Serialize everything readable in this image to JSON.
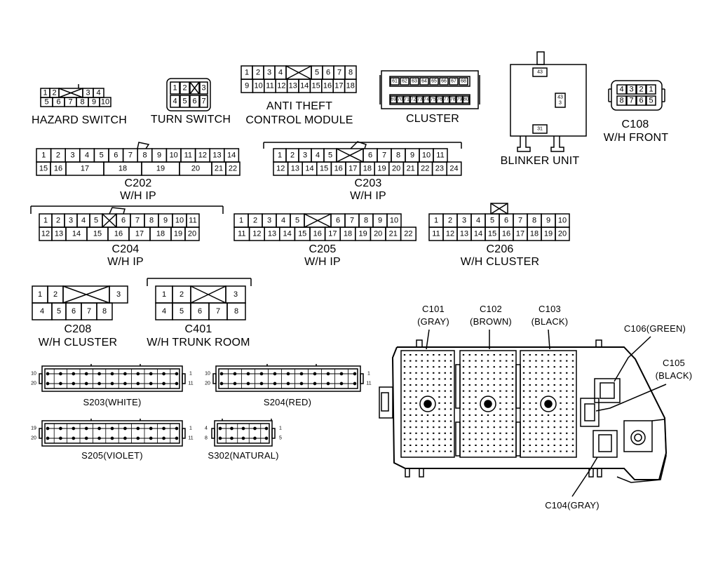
{
  "connectors": {
    "hazard": {
      "top": [
        "1",
        "2",
        "",
        "3",
        "4"
      ],
      "bottom": [
        "5",
        "6",
        "7",
        "8",
        "9",
        "10"
      ],
      "label": "HAZARD SWITCH"
    },
    "turn": {
      "left": [
        "1",
        "4"
      ],
      "mid": [
        "2",
        "5"
      ],
      "cross_low": "6",
      "right": [
        "3",
        "7"
      ],
      "label": "TURN SWITCH"
    },
    "antitheft": {
      "top": [
        "1",
        "2",
        "3",
        "4",
        "",
        "5",
        "6",
        "7",
        "8"
      ],
      "bottom": [
        "9",
        "10",
        "11",
        "12",
        "13",
        "14",
        "15",
        "16",
        "17",
        "18"
      ],
      "label1": "ANTI THEFT",
      "label2": "CONTROL MODULE"
    },
    "cluster": {
      "top": [
        "61",
        "62",
        "63",
        "64",
        "65",
        "66",
        "67",
        "68"
      ],
      "bottom": [
        "69",
        "70",
        "71",
        "72",
        "73",
        "74",
        "75",
        "76",
        "77",
        "78",
        "79",
        "80"
      ],
      "label": "CLUSTER"
    },
    "blinker": {
      "pin_top": "43",
      "pin_mid": "43\n3",
      "pin_bot": "31",
      "label": "BLINKER UNIT"
    },
    "c108": {
      "top": [
        "4",
        "3",
        "2",
        "1"
      ],
      "bottom": [
        "8",
        "7",
        "6",
        "5"
      ],
      "label1": "C108",
      "label2": "W/H FRONT"
    },
    "c202": {
      "top": [
        "1",
        "2",
        "3",
        "4",
        "5",
        "6",
        "7",
        "8",
        "9",
        "10",
        "11",
        "12",
        "13",
        "14"
      ],
      "bottom": [
        "15",
        "16",
        "17",
        "18",
        "19",
        "20",
        "21",
        "22"
      ],
      "label1": "C202",
      "label2": "W/H IP"
    },
    "c203": {
      "top": [
        "1",
        "2",
        "3",
        "4",
        "5",
        "",
        "6",
        "7",
        "8",
        "9",
        "10",
        "11"
      ],
      "bottom": [
        "12",
        "13",
        "14",
        "15",
        "16",
        "17",
        "18",
        "19",
        "20",
        "21",
        "22",
        "23",
        "24"
      ],
      "label1": "C203",
      "label2": "W/H IP"
    },
    "c204": {
      "top": [
        "1",
        "2",
        "3",
        "4",
        "5",
        "",
        "6",
        "7",
        "8",
        "9",
        "10",
        "11"
      ],
      "bottom": [
        "12",
        "13",
        "14",
        "15",
        "16",
        "17",
        "18",
        "19",
        "20"
      ],
      "label1": "C204",
      "label2": "W/H IP"
    },
    "c205": {
      "top": [
        "1",
        "2",
        "3",
        "4",
        "5",
        "",
        "6",
        "7",
        "8",
        "9",
        "10"
      ],
      "bottom": [
        "11",
        "12",
        "13",
        "14",
        "15",
        "16",
        "17",
        "18",
        "19",
        "20",
        "21",
        "22"
      ],
      "label1": "C205",
      "label2": "W/H IP"
    },
    "c206": {
      "top": [
        "1",
        "2",
        "3",
        "4",
        "5",
        "6",
        "7",
        "8",
        "9",
        "10"
      ],
      "bottom": [
        "11",
        "12",
        "13",
        "14",
        "15",
        "16",
        "17",
        "18",
        "19",
        "20"
      ],
      "label1": "C206",
      "label2": "W/H CLUSTER"
    },
    "c208": {
      "top": [
        "1",
        "2",
        "",
        "3"
      ],
      "bottom": [
        "4",
        "5",
        "6",
        "7",
        "8"
      ],
      "label1": "C208",
      "label2": "W/H CLUSTER"
    },
    "c401": {
      "top": [
        "1",
        "2",
        "",
        "3"
      ],
      "bottom": [
        "4",
        "5",
        "6",
        "7",
        "8"
      ],
      "label1": "C401",
      "label2": "W/H TRUNK ROOM"
    },
    "s203": {
      "tl": "10",
      "bl": "20",
      "tr": "1",
      "br": "11",
      "label": "S203(WHITE)"
    },
    "s204": {
      "tl": "10",
      "bl": "20",
      "tr": "1",
      "br": "11",
      "label": "S204(RED)"
    },
    "s205": {
      "tl": "19",
      "bl": "20",
      "tr": "1",
      "br": "11",
      "label": "S205(VIOLET)"
    },
    "s302": {
      "tl": "4",
      "bl": "8",
      "tr": "1",
      "br": "5",
      "label": "S302(NATURAL)"
    },
    "c101": {
      "label1": "C101",
      "label2": "(GRAY)"
    },
    "c102": {
      "label1": "C102",
      "label2": "(BROWN)"
    },
    "c103": {
      "label1": "C103",
      "label2": "(BLACK)"
    },
    "c104": {
      "label": "C104(GRAY)"
    },
    "c105": {
      "label1": "C105",
      "label2": "(BLACK)"
    },
    "c106": {
      "label": "C106(GREEN)"
    }
  }
}
